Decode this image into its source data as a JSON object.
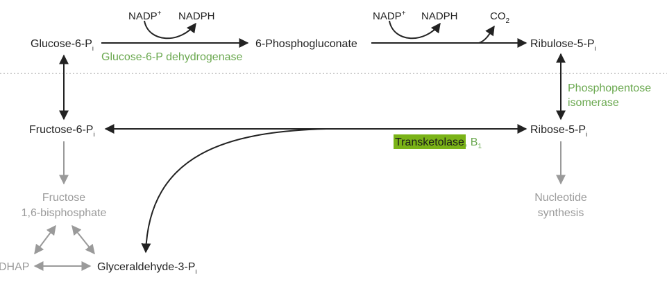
{
  "colors": {
    "main": "#222222",
    "inactive": "#9a9a9a",
    "enzyme": "#6aa84f",
    "highlight": "#7ab317"
  },
  "metabolites": {
    "glucose6p": {
      "text": "Glucose-6-P",
      "sub": "i"
    },
    "phosphogluconate": {
      "text": "6-Phosphogluconate"
    },
    "ribulose5p": {
      "text": "Ribulose-5-P",
      "sub": "i"
    },
    "fructose6p": {
      "text": "Fructose-6-P",
      "sub": "i"
    },
    "ribose5p": {
      "text": "Ribose-5-P",
      "sub": "i"
    },
    "fructose16bp": {
      "line1": "Fructose",
      "line2": "1,6-bisphosphate"
    },
    "nucleotide": {
      "line1": "Nucleotide",
      "line2": "synthesis"
    },
    "dhap": {
      "text": "DHAP"
    },
    "g3p": {
      "text": "Glyceraldehyde-3-P",
      "sub": "i"
    }
  },
  "cofactors": {
    "nadp1": {
      "text": "NADP",
      "sup": "+"
    },
    "nadph1": {
      "text": "NADPH"
    },
    "nadp2": {
      "text": "NADP",
      "sup": "+"
    },
    "nadph2": {
      "text": "NADPH"
    },
    "co2": {
      "text": "CO",
      "sub": "2"
    }
  },
  "enzymes": {
    "g6pd": {
      "text": "Glucose-6-P dehydrogenase"
    },
    "isomerase": {
      "line1": "Phosphopentose",
      "line2": "isomerase"
    },
    "transketolase": {
      "highlighted": "Transketolase",
      "rest": ", B",
      "sub": "1"
    }
  }
}
